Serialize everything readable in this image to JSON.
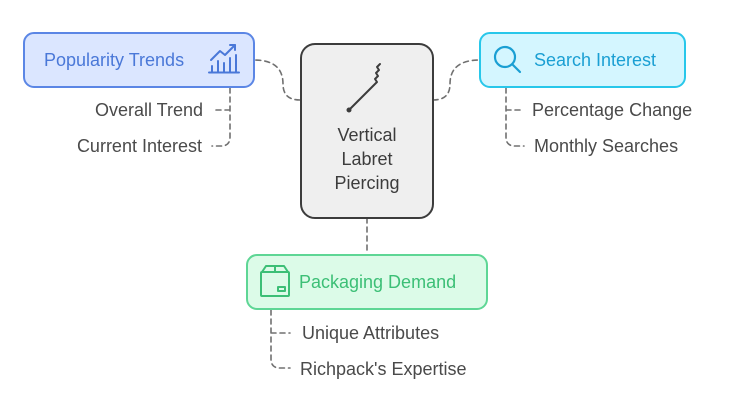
{
  "colors": {
    "blue_border": "#5b86e5",
    "blue_fill": "#dbe6ff",
    "blue_text": "#4a78d8",
    "cyan_border": "#28c7ea",
    "cyan_fill": "#d4f6ff",
    "cyan_text": "#1a9fd3",
    "green_border": "#5ed695",
    "green_fill": "#dcfbe8",
    "green_text": "#3cbf76",
    "center_border": "#3c3c3c",
    "center_fill": "#efefef",
    "sub_text": "#4a4a4a",
    "connector": "#707070"
  },
  "center": {
    "icon": "piercing-icon",
    "line1": "Vertical",
    "line2": "Labret",
    "line3": "Piercing"
  },
  "popularity": {
    "icon": "chart-trend-icon",
    "title": "Popularity Trends",
    "items": [
      "Overall Trend",
      "Current Interest"
    ]
  },
  "search": {
    "icon": "magnifier-icon",
    "title": "Search Interest",
    "items": [
      "Percentage Change",
      "Monthly Searches"
    ]
  },
  "packaging": {
    "icon": "box-icon",
    "title": "Packaging Demand",
    "items": [
      "Unique Attributes",
      "Richpack's Expertise"
    ]
  }
}
